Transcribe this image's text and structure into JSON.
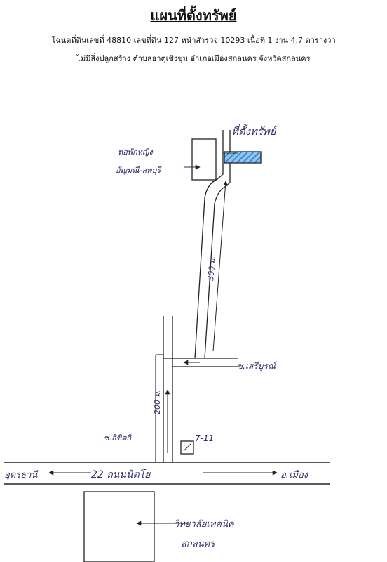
{
  "header": {
    "title": "แผนที่ตั้งทรัพย์",
    "line1": "โฉนดที่ดินเลขที่ 48810 เลขที่ดิน 127 หน้าสำรวจ 10293 เนื้อที่ 1 งาน 4.7 ตารางวา",
    "line2": "ไม่มีสิ่งปลูกสร้าง ตำบลธาตุเชิงชุม อำเภอเมืองสกลนคร จังหวัดสกลนคร"
  },
  "map": {
    "property_label": "ที่ตั้งทรัพย์",
    "dorm_label": "หอพักหญิง\nอัญมณี-ลพบุรี",
    "dist_300": "300 ม.",
    "dist_200": "200 ม.",
    "soi_right": "ซ.เสรีบูรณ์",
    "soi_left": "ซ.ลิขิตกิ",
    "store": "7-11",
    "road_name": "22 ถนนนิตโย",
    "road_left": "อุดรธานี",
    "road_right": "อ.เมือง",
    "school_line1": "วิทยาลัยเทคนิค",
    "school_line2": "สกลนคร"
  },
  "colors": {
    "ink": "#2b2d6a",
    "line": "#222222",
    "hatch": "#2f78c8"
  }
}
